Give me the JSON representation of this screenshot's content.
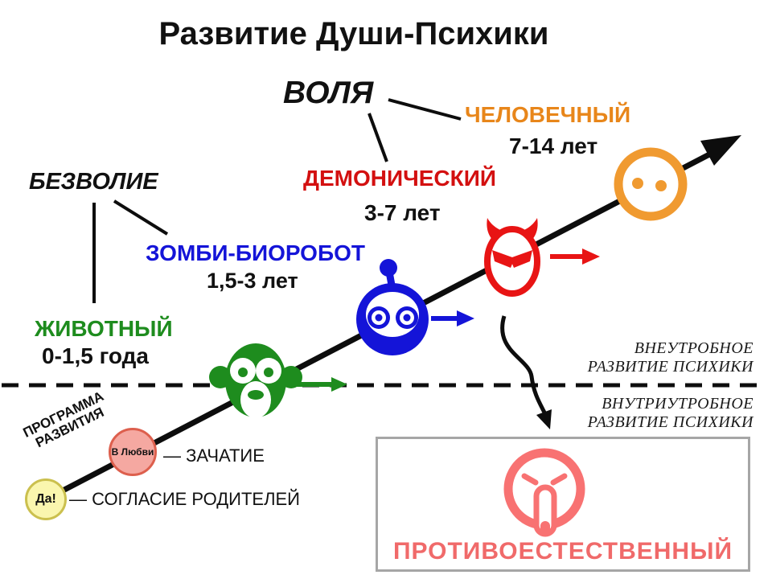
{
  "title": "Развитие Души-Психики",
  "concepts": {
    "will": "ВОЛЯ",
    "willlessness": "БЕЗВОЛИЕ"
  },
  "stages": [
    {
      "name": "ЖИВОТНЫЙ",
      "age": "0-1,5 года",
      "color": "#1E8C1E",
      "icon": "monkey-icon"
    },
    {
      "name": "ЗОМБИ-БИОРОБОТ",
      "age": "1,5-3 лет",
      "color": "#1414D8",
      "icon": "robot-icon"
    },
    {
      "name": "ДЕМОНИЧЕСКИЙ",
      "age": "3-7 лет",
      "color": "#D31010",
      "icon": "devil-icon"
    },
    {
      "name": "ЧЕЛОВЕЧНЫЙ",
      "age": "7-14 лет",
      "color": "#E8861A",
      "icon": "human-face-icon"
    }
  ],
  "zones": {
    "postnatal_line1": "ВНЕУТРОБНОЕ",
    "postnatal_line2": "РАЗВИТИЕ ПСИХИКИ",
    "prenatal_line1": "ВНУТРИУТРОБНОЕ",
    "prenatal_line2": "РАЗВИТИЕ ПСИХИКИ"
  },
  "origin": {
    "program_line1": "ПРОГРАММА",
    "program_line2": "РАЗВИТИЯ",
    "conception_badge": "В Любви",
    "conception_label": "— ЗАЧАТИЕ",
    "consent_badge": "Да!",
    "consent_label": "— СОГЛАСИЕ РОДИТЕЛЕЙ"
  },
  "unnatural": {
    "label": "ПРОТИВОЕСТЕСТВЕННЫЙ",
    "color": "#F06A6A"
  },
  "badge_colors": {
    "conception_fill": "#F5A8A1",
    "conception_border": "#DD5F4D",
    "consent_fill": "#FAF6AE",
    "consent_border": "#CBC04E"
  }
}
